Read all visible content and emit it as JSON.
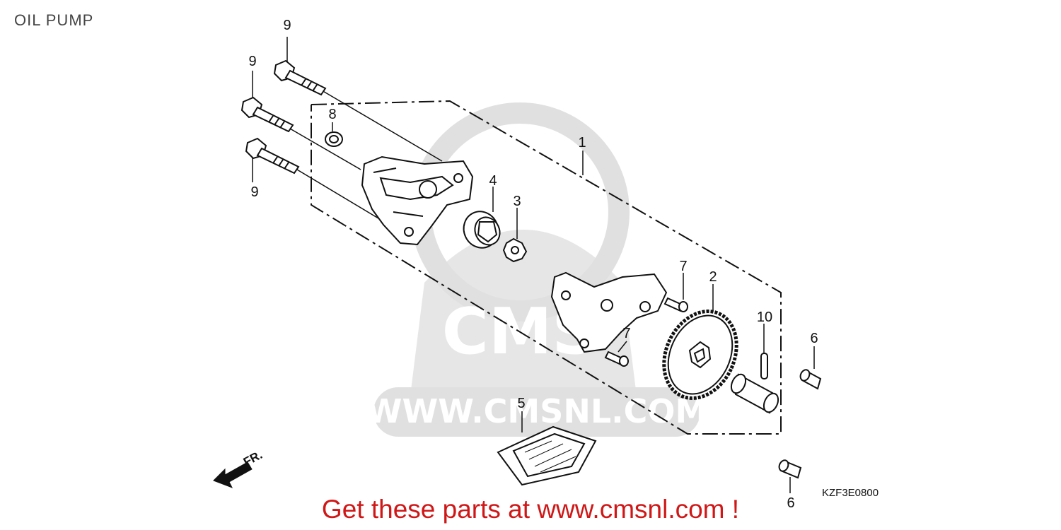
{
  "title": "OIL PUMP",
  "diagram_code": "KZF3E0800",
  "banner": "Get these parts at www.cmsnl.com !",
  "direction_label": "FR.",
  "watermark": {
    "badge": "CMS",
    "url": "WWW.CMSNL.COM"
  },
  "callouts": {
    "bolt_top": "9",
    "bolt_mid": "9",
    "bolt_low": "9",
    "oil_seal": "8",
    "pump_assy": "1",
    "outer_rotor": "4",
    "inner_rotor": "3",
    "screw_upper": "7",
    "screw_lower": "7",
    "driven_gear": "2",
    "pin": "10",
    "dowel_upper": "6",
    "dowel_lower": "6",
    "strainer": "5"
  },
  "colors": {
    "line": "#111111",
    "banner": "#d01717",
    "watermark": "#dcdcdc"
  }
}
